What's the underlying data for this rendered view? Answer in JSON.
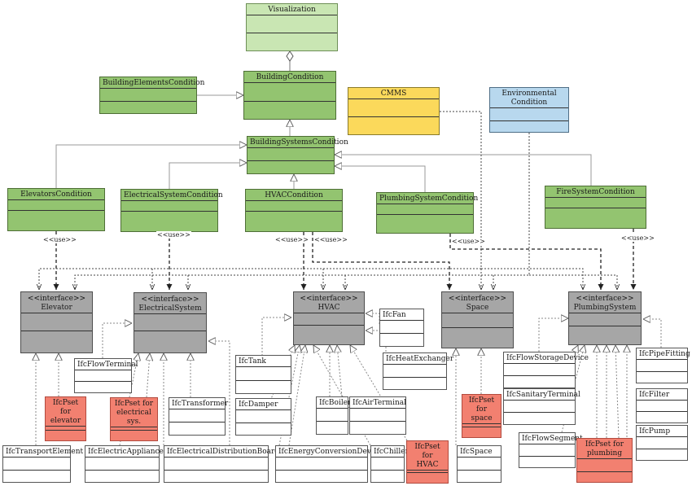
{
  "classes": {
    "visualization": {
      "label": "Visualization"
    },
    "building_condition": {
      "label": "BuildingCondition"
    },
    "building_elements_condition": {
      "label": "BuildingElementsCondition"
    },
    "cmms": {
      "label": "CMMS"
    },
    "environmental_condition": {
      "label": "Environmental\nCondition"
    },
    "building_systems_condition": {
      "label": "BuildingSystemsCondition"
    },
    "elevators_condition": {
      "label": "ElevatorsCondition"
    },
    "electrical_system_condition": {
      "label": "ElectricalSystemCondition"
    },
    "hvac_condition": {
      "label": "HVACCondition"
    },
    "plumbing_system_condition": {
      "label": "PlumbingSystemCondition"
    },
    "fire_system_condition": {
      "label": "FireSystemCondition"
    },
    "elevator": {
      "label": "<<interface>>\nElevator"
    },
    "electrical_system": {
      "label": "<<interface>>\nElectricalSystem"
    },
    "hvac": {
      "label": "<<interface>>\nHVAC"
    },
    "space": {
      "label": "<<interface>>\nSpace"
    },
    "plumbing_system": {
      "label": "<<interface>>\nPlumbingSystem"
    },
    "ifc_fan": {
      "label": "IfcFan"
    },
    "ifc_heat_exchanger": {
      "label": "IfcHeatExchanger"
    },
    "ifc_tank": {
      "label": "IfcTank"
    },
    "ifc_damper": {
      "label": "IfcDamper"
    },
    "ifc_boiler": {
      "label": "IfcBoiler"
    },
    "ifc_air_terminal": {
      "label": "IfcAirTerminal"
    },
    "ifc_flow_terminal": {
      "label": "IfcFlowTerminal"
    },
    "ifc_transformer": {
      "label": "IfcTransformer"
    },
    "ifc_flow_storage_device": {
      "label": "IfcFlowStorageDevice"
    },
    "ifc_sanitary_terminal": {
      "label": "IfcSanitaryTerminal"
    },
    "ifc_flow_segment": {
      "label": "IfcFlowSegment"
    },
    "ifc_pipe_fitting": {
      "label": "IfcPipeFitting"
    },
    "ifc_filter": {
      "label": "IfcFilter"
    },
    "ifc_pump": {
      "label": "IfcPump"
    },
    "ifc_transport_element": {
      "label": "IfcTransportElement"
    },
    "ifc_electric_appliance": {
      "label": "IfcElectricAppliance"
    },
    "ifc_electrical_distribution_board": {
      "label": "IfcElectricalDistributionBoard"
    },
    "ifc_energy_conversion_device": {
      "label": "IfcEnergyConversionDevice"
    },
    "ifc_chiller": {
      "label": "IfcChiller"
    },
    "ifc_space": {
      "label": "IfcSpace"
    },
    "pset_elevator": {
      "label": "IfcPset for\nelevator"
    },
    "pset_electrical": {
      "label": "IfcPset for\nelectrical sys."
    },
    "pset_space": {
      "label": "IfcPset for\nspace"
    },
    "pset_hvac": {
      "label": "IfcPset for\nHVAC"
    },
    "pset_plumbing": {
      "label": "IfcPset for\nplumbing"
    }
  },
  "relation_labels": {
    "use_elevator": "<<use>>",
    "use_electrical": "<<use>>",
    "use_hvac_1": "<<use>>",
    "use_hvac_2": "<<use>>",
    "use_plumbing": "<<use>>",
    "use_fire": "<<use>>"
  },
  "colors": {
    "condition_green": "#93c470",
    "visualization_green": "#c9e6b3",
    "cmms_yellow": "#fbd95b",
    "environmental_blue": "#b8d8ee",
    "interface_gray": "#a6a6a6",
    "pset_red": "#f28070",
    "ifc_white": "#ffffff"
  }
}
